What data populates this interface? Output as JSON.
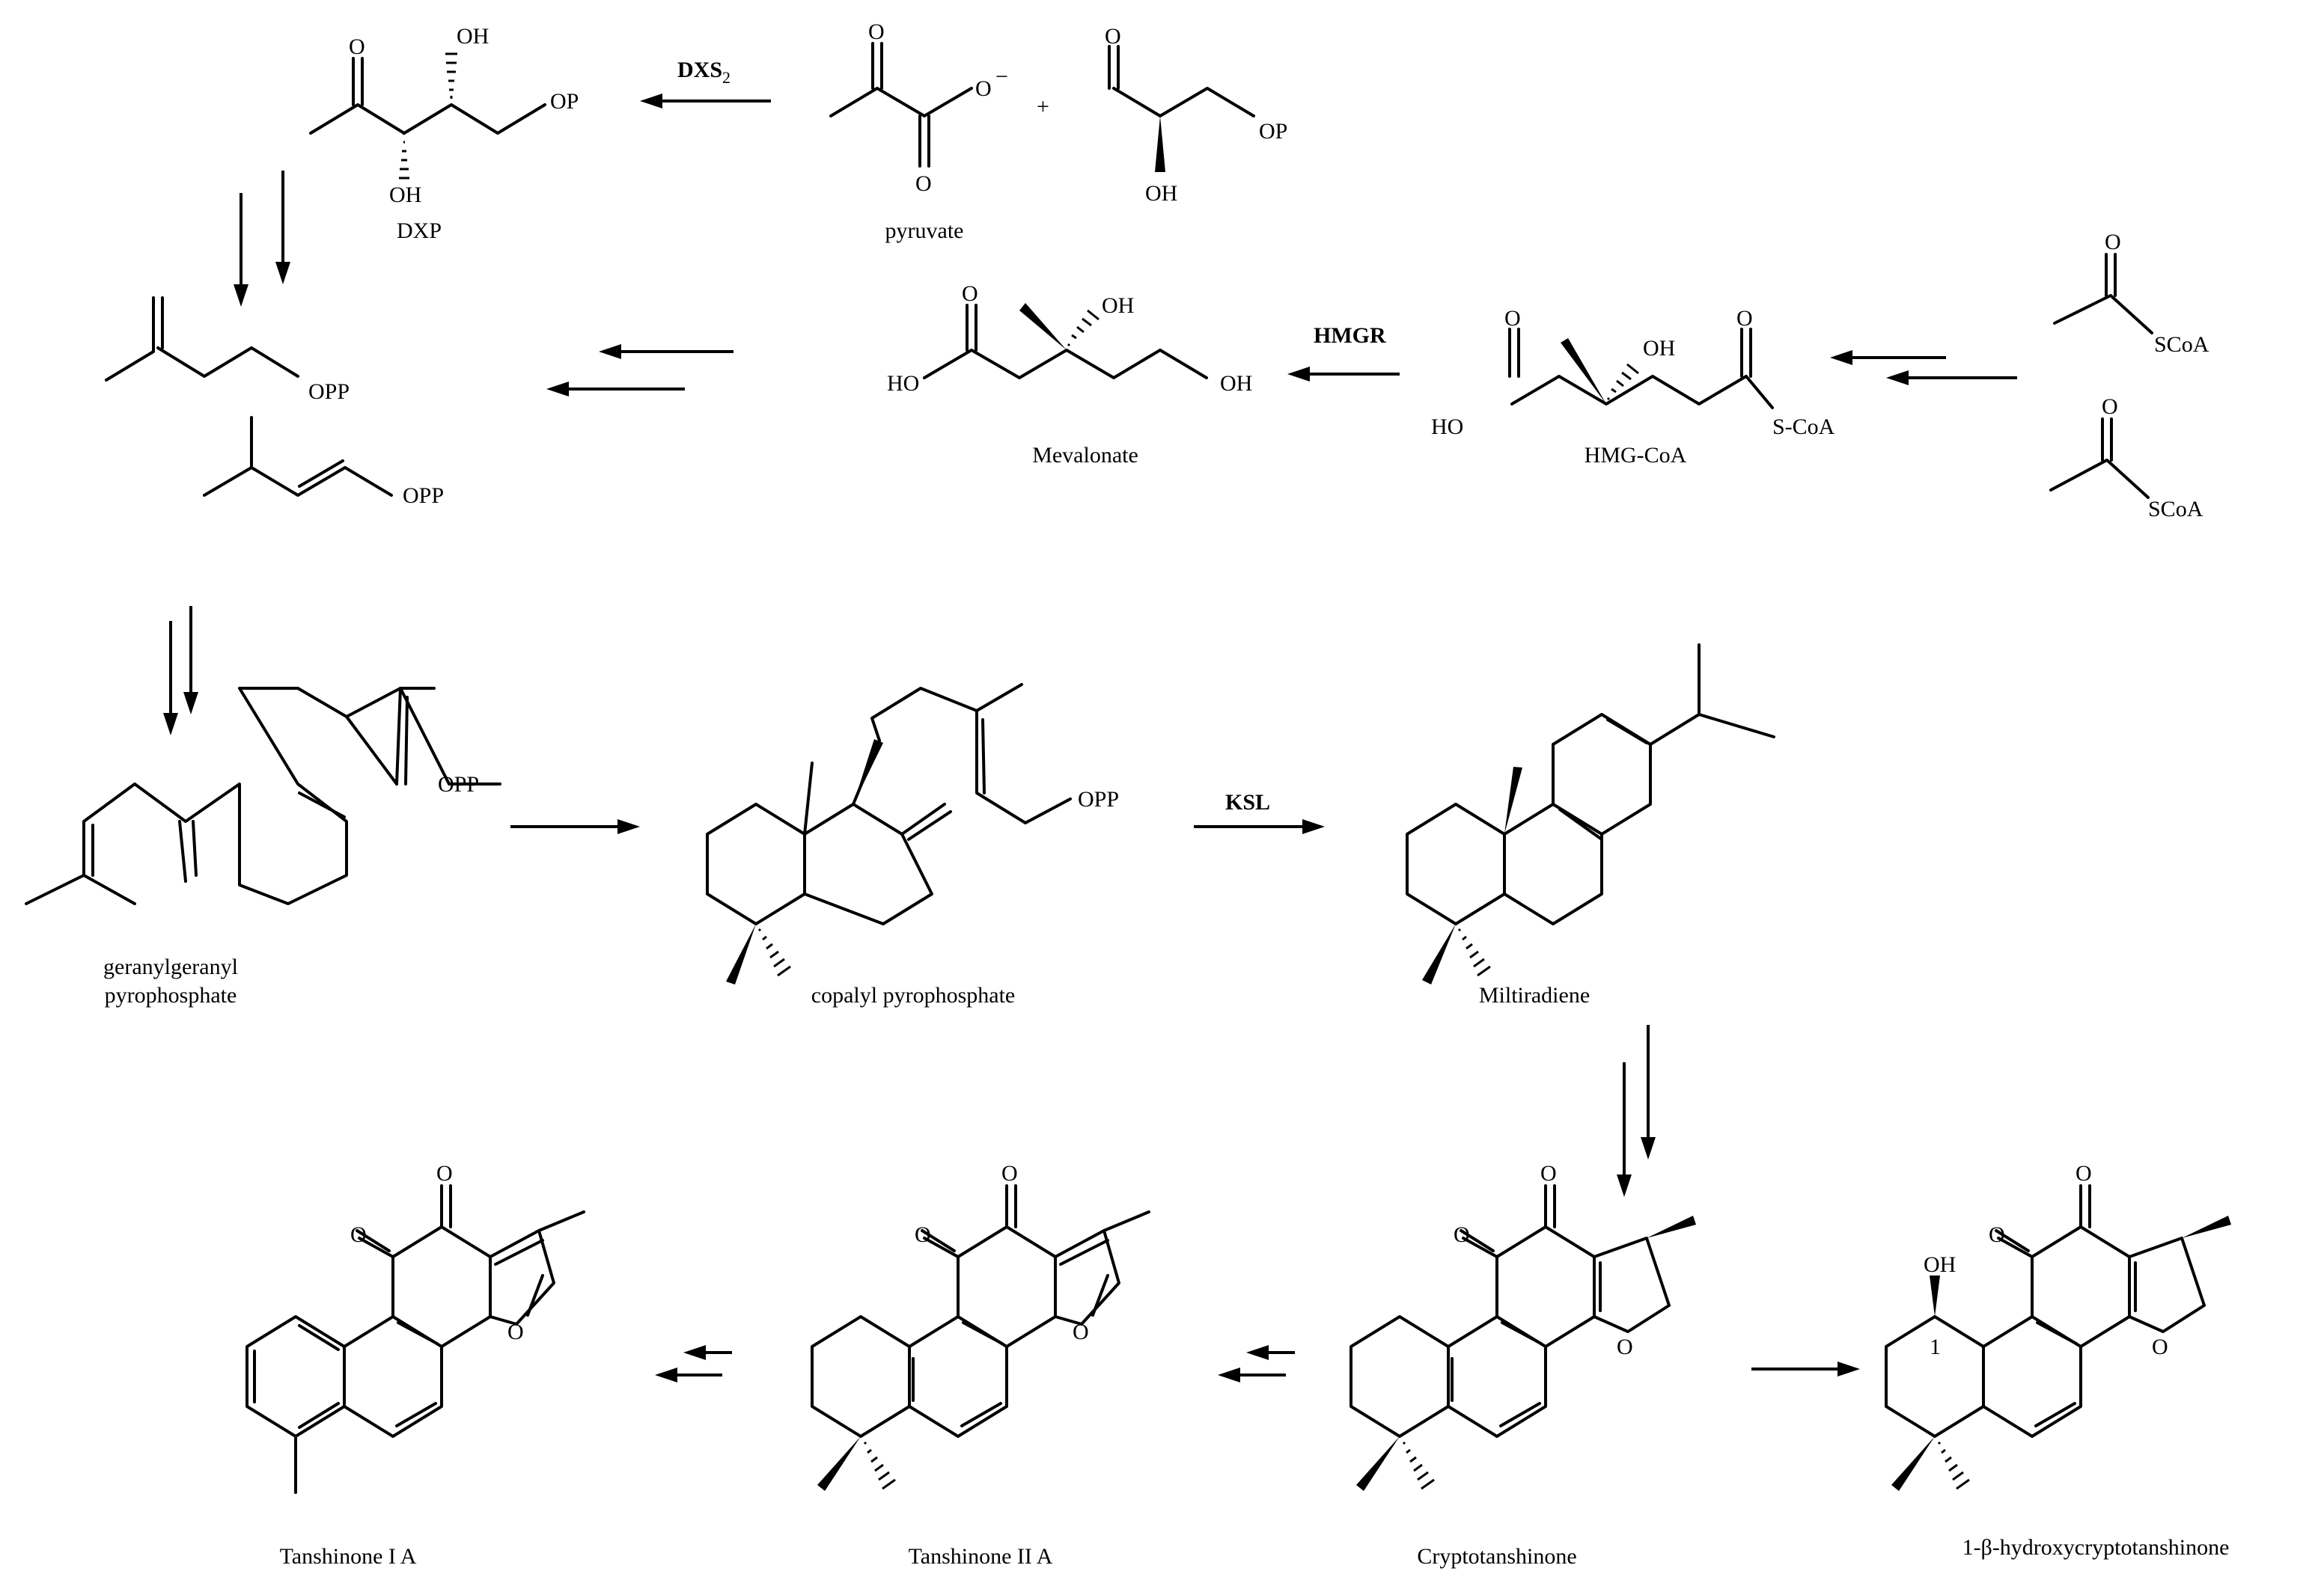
{
  "compounds": {
    "dxp": "DXP",
    "pyruvate": "pyruvate",
    "mevalonate": "Mevalonate",
    "hmg_coa": "HMG-CoA",
    "ggpp_line1": "geranylgeranyl",
    "ggpp_line2": "pyrophosphate",
    "cpp": "copalyl pyrophosphate",
    "miltiradiene": "Miltiradiene",
    "tanshinone_1a": "Tanshinone I A",
    "tanshinone_2a": "Tanshinone II A",
    "cryptotanshinone": "Cryptotanshinone",
    "hydroxy_cryptotanshinone": "1-β-hydroxycryptotanshinone"
  },
  "enzymes": {
    "dxs": "DXS",
    "dxs_subscript": "2",
    "hmgr": "HMGR",
    "ksl": "KSL"
  },
  "atom_labels": {
    "oh": "OH",
    "o": "O",
    "op": "OP",
    "opp": "OPP",
    "ho": "HO",
    "scoa": "SCoA",
    "s_coa": "S-CoA",
    "plus": "+",
    "minus": "−",
    "locant_1": "1"
  }
}
